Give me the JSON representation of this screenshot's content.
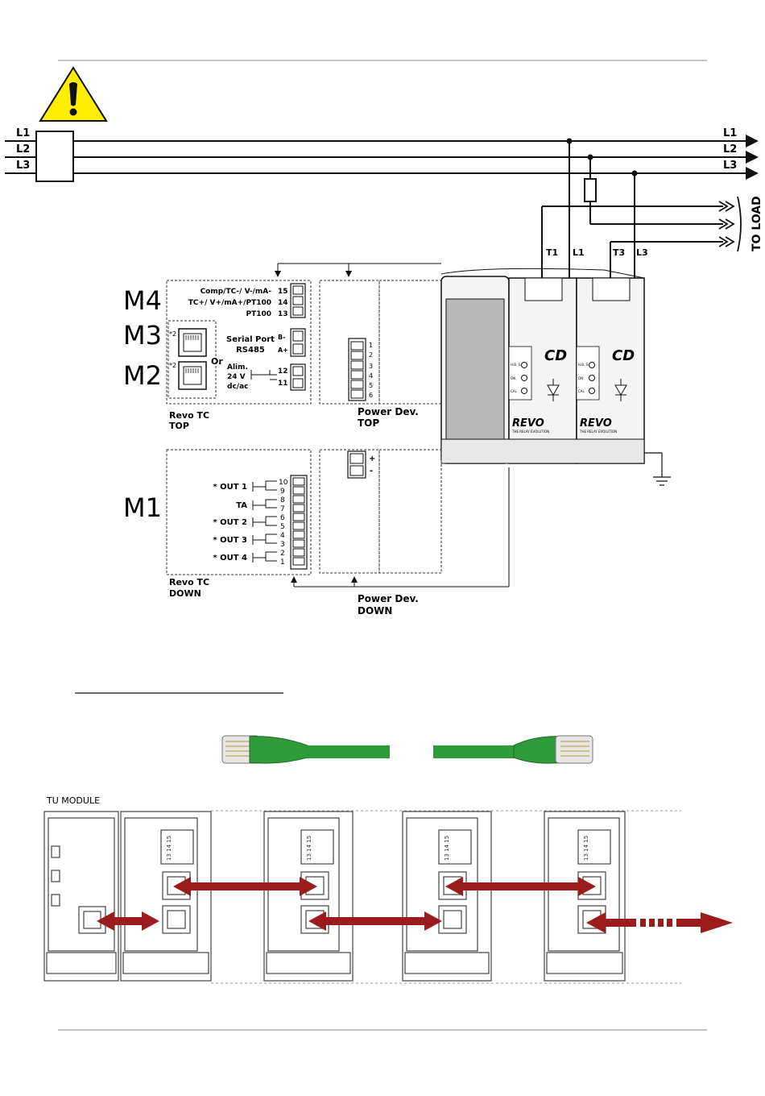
{
  "lines": {
    "left": [
      "L1",
      "L2",
      "L3"
    ],
    "right": [
      "L1",
      "L2",
      "L3"
    ]
  },
  "to_load": "TO LOAD",
  "device_terminals": {
    "t1": "T1",
    "l1": "L1",
    "t3": "T3",
    "l3": "L3"
  },
  "module_codes": {
    "m4": "M4",
    "m3": "M3",
    "m2": "M2",
    "m1": "M1"
  },
  "top_block": {
    "lines": [
      "Comp/TC-/ V-/mA-",
      "TC+/ V+/mA+/PT100",
      "PT100"
    ],
    "terminals": [
      "15",
      "14",
      "13"
    ],
    "serial_port": [
      "Serial Port",
      "RS485"
    ],
    "serial_pins": [
      "B-",
      "A+"
    ],
    "or_label": "Or",
    "note_mark": "*2",
    "power_label": [
      "Alim.",
      "24 V",
      "dc/ac"
    ],
    "power_terminals": [
      "12",
      "11"
    ],
    "caption": [
      "Revo TC",
      "TOP"
    ]
  },
  "power_top": {
    "pins": [
      "1",
      "2",
      "3",
      "4",
      "5",
      "6"
    ],
    "caption": [
      "Power Dev.",
      "TOP"
    ]
  },
  "down_block": {
    "outputs": [
      "* OUT 1",
      "TA",
      "* OUT 2",
      "* OUT 3",
      "* OUT 4"
    ],
    "terminals": [
      "10",
      "9",
      "8",
      "7",
      "6",
      "5",
      "4",
      "3",
      "2",
      "1"
    ],
    "caption": [
      "Revo TC",
      "DOWN"
    ]
  },
  "power_down": {
    "pins": [
      "+",
      "-"
    ],
    "caption": [
      "Power Dev.",
      "DOWN"
    ]
  },
  "device": {
    "leds": [
      "H.B. S.C.",
      "ON",
      "CAL"
    ],
    "brand": "REVO",
    "slogan": "THE RELAY EVOLUTION",
    "logo": "CD"
  },
  "module_strip": {
    "title": "TU MODULE",
    "terminals": [
      "13",
      "14",
      "15"
    ]
  },
  "colors": {
    "arrow": "#9b1c1c",
    "cable": "#2f9a3a",
    "warning": "#ffee00"
  }
}
